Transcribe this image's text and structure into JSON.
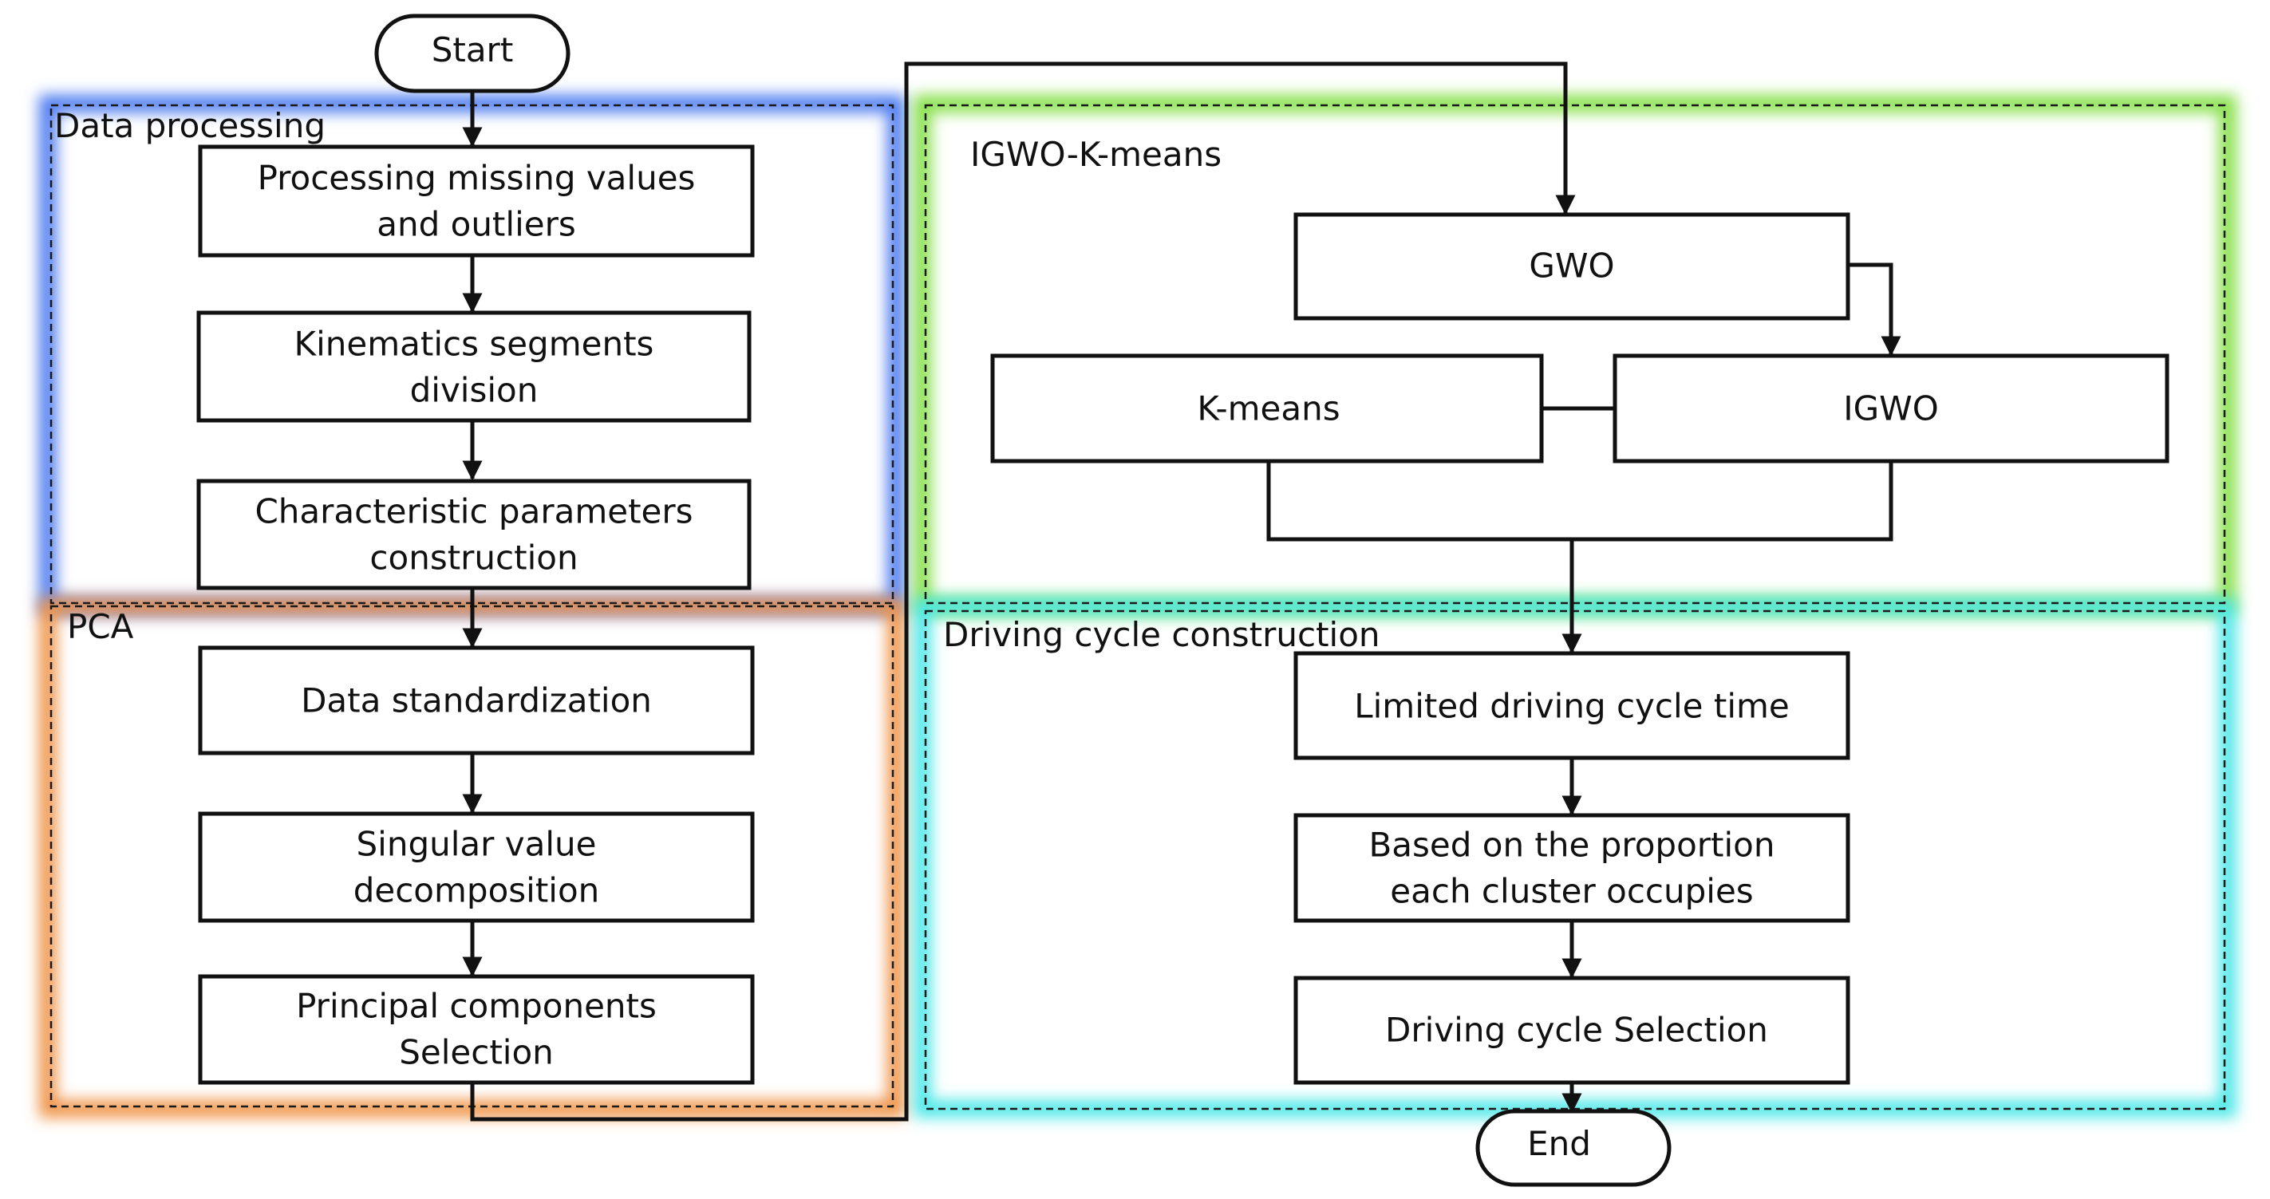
{
  "terminals": {
    "start": "Start",
    "end": "End"
  },
  "groups": {
    "data_processing": {
      "title": "Data processing",
      "glow": "#4d7bf0"
    },
    "pca": {
      "title": "PCA",
      "glow": "#f0944a"
    },
    "igwo_kmeans": {
      "title": "IGWO-K-means",
      "glow": "#86e04a"
    },
    "driving_cycle": {
      "title": "Driving cycle construction",
      "glow": "#4de8e8"
    }
  },
  "steps": {
    "missing_values": [
      "Processing missing values",
      "and outliers"
    ],
    "kinematics": [
      "Kinematics segments",
      "division"
    ],
    "characteristic": [
      "Characteristic parameters",
      "construction"
    ],
    "standardization": [
      "Data standardization"
    ],
    "svd": [
      "Singular value",
      "decomposition"
    ],
    "principal": [
      "Principal components",
      "Selection"
    ],
    "gwo": [
      "GWO"
    ],
    "kmeans": [
      "K-means"
    ],
    "igwo": [
      "IGWO"
    ],
    "limited_time": [
      "Limited driving cycle time"
    ],
    "proportion": [
      "Based on the proportion",
      "each cluster occupies"
    ],
    "cycle_selection": [
      "Driving cycle Selection"
    ]
  }
}
